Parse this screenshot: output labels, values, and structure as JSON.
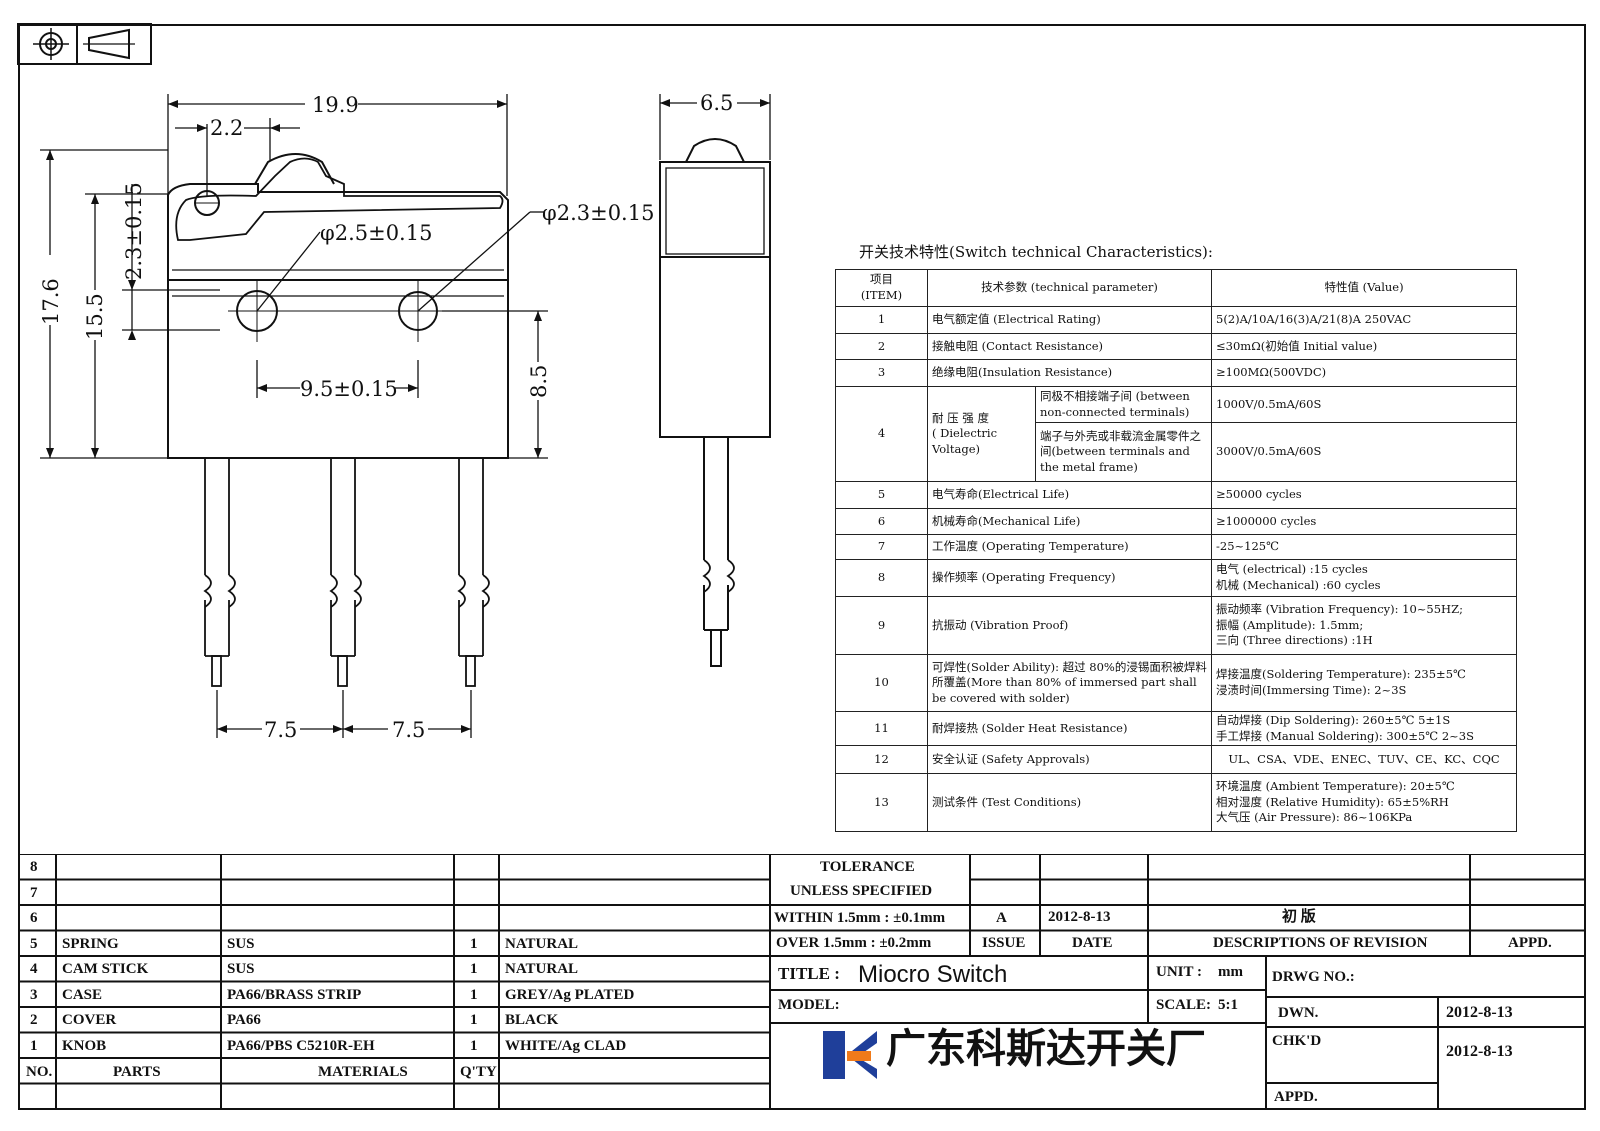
{
  "dims": {
    "width": "19.9",
    "lever_offset": "2.2",
    "side_width": "6.5",
    "height_total": "17.6",
    "height_body": "15.5",
    "hole_offset": "2.3±0.15",
    "hole1_dia": "φ2.5±0.15",
    "hole2_dia": "φ2.3±0.15",
    "hole_spacing": "9.5±0.15",
    "hole_to_bottom": "8.5",
    "pin_pitch_left": "7.5",
    "pin_pitch_right": "7.5"
  },
  "spec": {
    "title": "开关技术特性(Switch technical Characteristics):",
    "headers": {
      "item": "项目\n(ITEM)",
      "param": "技术参数 (technical parameter)",
      "value": "特性值 (Value)"
    },
    "rows": [
      {
        "no": "1",
        "param": "电气额定值 (Electrical Rating)",
        "value": "5(2)A/10A/16(3)A/21(8)A  250VAC"
      },
      {
        "no": "2",
        "param": "接触电阻 (Contact  Resistance)",
        "value": "≤30mΩ(初始值 Initial value)"
      },
      {
        "no": "3",
        "param": "绝缘电阻(Insulation Resistance)",
        "value": "≥100MΩ(500VDC)"
      },
      {
        "no": "4",
        "param": "耐 压 强 度\n( Dielectric\nVoltage)",
        "sub1": "同极不相接端子间 (between non-connected terminals)",
        "value1": "1000V/0.5mA/60S",
        "sub2": "端子与外壳或非载流金属零件之间(between terminals and the metal frame)",
        "value2": "3000V/0.5mA/60S"
      },
      {
        "no": "5",
        "param": "电气寿命(Electrical Life)",
        "value": "≥50000 cycles"
      },
      {
        "no": "6",
        "param": "机械寿命(Mechanical Life)",
        "value": "≥1000000 cycles"
      },
      {
        "no": "7",
        "param": "工作温度 (Operating Temperature)",
        "value": "-25~125℃"
      },
      {
        "no": "8",
        "param": "操作频率 (Operating Frequency)",
        "value": "电气 (electrical) :15 cycles\n机械 (Mechanical) :60 cycles"
      },
      {
        "no": "9",
        "param": "抗振动 (Vibration Proof)",
        "value": "振动频率 (Vibration Frequency): 10~55HZ;\n振幅 (Amplitude): 1.5mm;\n三向 (Three directions) :1H"
      },
      {
        "no": "10",
        "param": "可焊性(Solder Ability): 超过 80%的浸锡面积被焊料所覆盖(More than 80% of immersed part shall be covered with solder)",
        "value": "焊接温度(Soldering Temperature): 235±5℃\n浸渍时间(Immersing Time): 2~3S"
      },
      {
        "no": "11",
        "param": "耐焊接热 (Solder Heat Resistance)",
        "value": "自动焊接 (Dip Soldering): 260±5℃ 5±1S\n手工焊接 (Manual Soldering): 300±5℃ 2~3S"
      },
      {
        "no": "12",
        "param": "安全认证 (Safety Approvals)",
        "value": "UL、CSA、VDE、ENEC、TUV、CE、KC、CQC"
      },
      {
        "no": "13",
        "param": "测试条件 (Test Conditions)",
        "value": "环境温度 (Ambient Temperature): 20±5℃\n相对湿度 (Relative Humidity): 65±5%RH\n大气压 (Air Pressure): 86~106KPa"
      }
    ]
  },
  "bom": {
    "rows": [
      {
        "no": "8",
        "part": "",
        "material": "",
        "qty": "",
        "finish": ""
      },
      {
        "no": "7",
        "part": "",
        "material": "",
        "qty": "",
        "finish": ""
      },
      {
        "no": "6",
        "part": "",
        "material": "",
        "qty": "",
        "finish": ""
      },
      {
        "no": "5",
        "part": "SPRING",
        "material": "SUS",
        "qty": "1",
        "finish": "NATURAL"
      },
      {
        "no": "4",
        "part": "CAM STICK",
        "material": "SUS",
        "qty": "1",
        "finish": "NATURAL"
      },
      {
        "no": "3",
        "part": "CASE",
        "material": "PA66/BRASS STRIP",
        "qty": "1",
        "finish": "GREY/Ag PLATED"
      },
      {
        "no": "2",
        "part": "COVER",
        "material": "PA66",
        "qty": "1",
        "finish": "BLACK"
      },
      {
        "no": "1",
        "part": "KNOB",
        "material": "PA66/PBS C5210R-EH",
        "qty": "1",
        "finish": "WHITE/Ag CLAD"
      }
    ],
    "header_no": "NO.",
    "header_parts": "PARTS",
    "header_materials": "MATERIALS",
    "header_qty": "Q'TY"
  },
  "tolerance": {
    "line1": "TOLERANCE",
    "line2": "UNLESS   SPECIFIED",
    "line3": "WITHIN 1.5mm : ±0.1mm",
    "line4": "OVER 1.5mm : ±0.2mm"
  },
  "revision": {
    "issue": "A",
    "date": "2012-8-13",
    "description": "初 版",
    "issue_label": "ISSUE",
    "date_label": "DATE",
    "desc_label": "DESCRIPTIONS OF REVISION",
    "appd_label": "APPD."
  },
  "titleblock": {
    "title_label": "TITLE :",
    "title": "Miocro Switch",
    "unit_label": "UNIT :",
    "unit": "mm",
    "drwg_label": "DRWG NO.:",
    "model_label": "MODEL:",
    "scale_label": "SCALE:",
    "scale": "5:1",
    "dwn_label": "DWN.",
    "dwn_date": "2012-8-13",
    "chkd_label": "CHK'D",
    "chkd_date": "2012-8-13",
    "appd_label": "APPD.",
    "company": "广东科斯达开关厂"
  },
  "colors": {
    "line": "#111111",
    "logo_blue": "#1f3f9a",
    "logo_orange": "#f07a1a"
  }
}
